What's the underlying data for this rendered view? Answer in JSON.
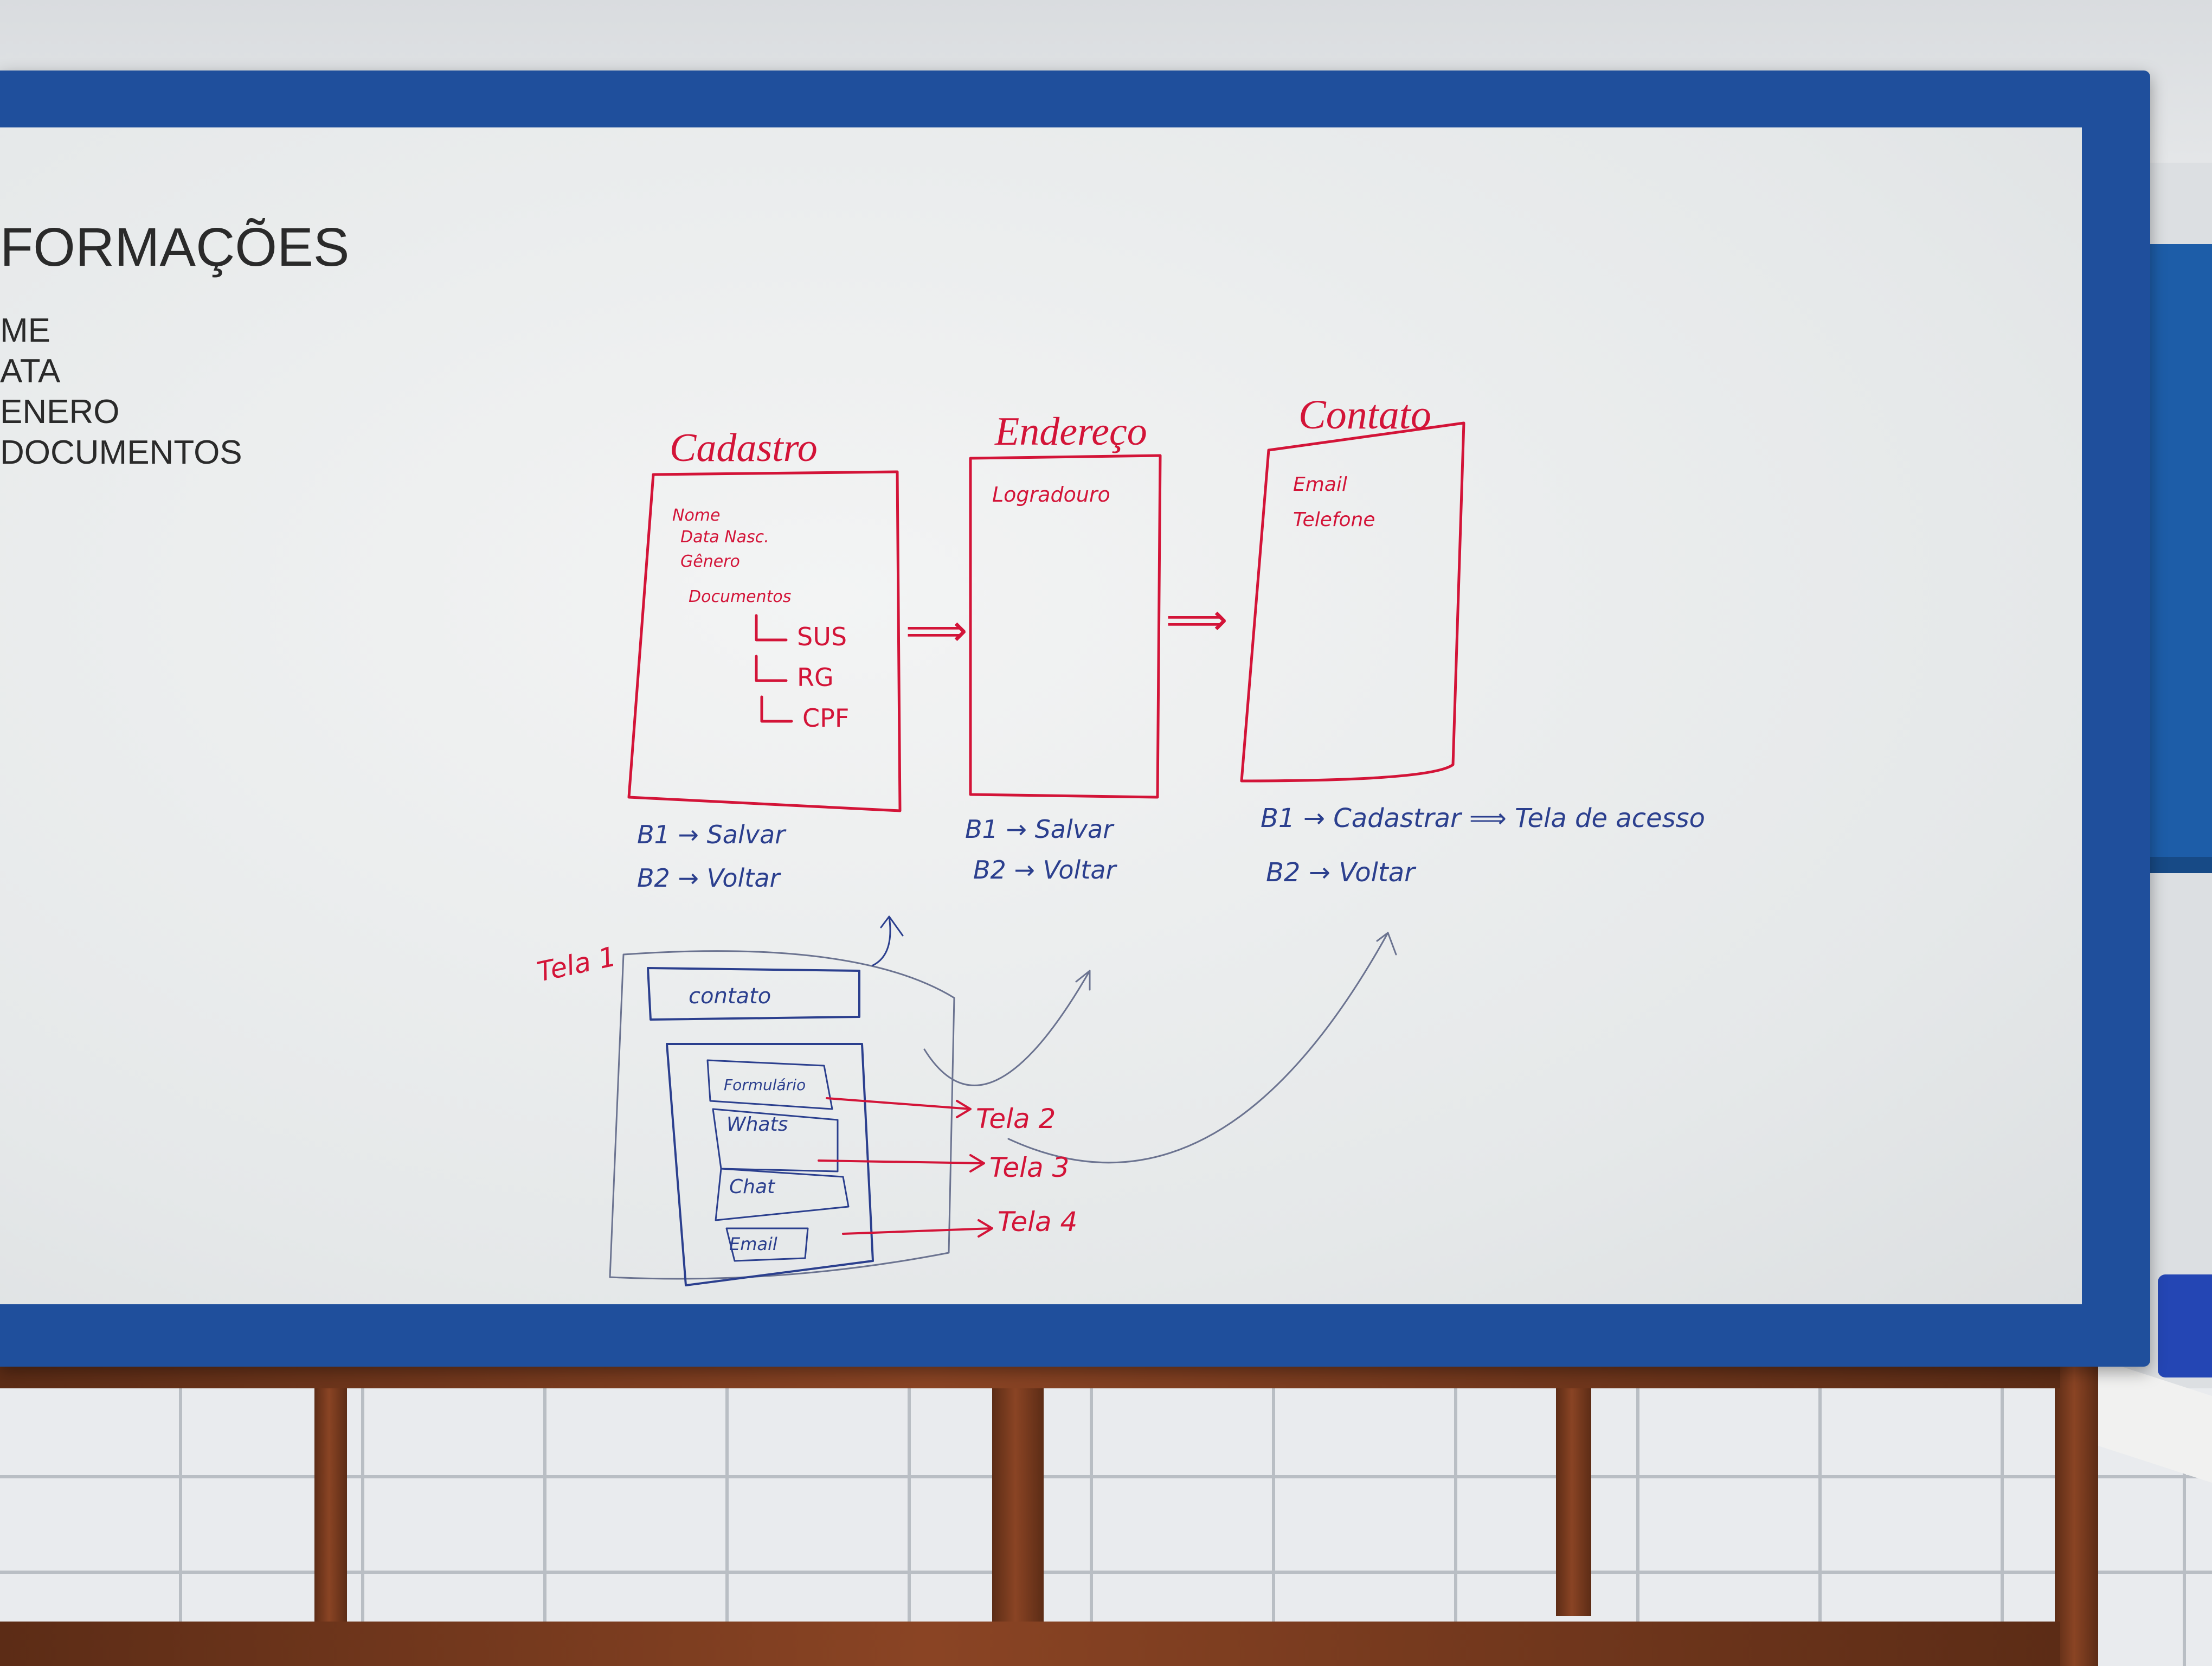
{
  "whiteboard": {
    "left_notes": {
      "heading": "FORMAÇÕES",
      "items": [
        "ME",
        "ATA",
        "ENERO",
        "DOCUMENTOS"
      ]
    },
    "screens": [
      {
        "title": "Cadastro",
        "fields": [
          "Nome",
          "Data Nasc.",
          "Gênero",
          "Documentos"
        ],
        "sub_items": [
          "SUS",
          "RG",
          "CPF"
        ],
        "buttons": [
          "B1 → Salvar",
          "B2 → Voltar"
        ]
      },
      {
        "title": "Endereço",
        "fields": [
          "Logradouro"
        ],
        "buttons": [
          "B1 → Salvar",
          "B2 → Voltar"
        ]
      },
      {
        "title": "Contato",
        "fields": [
          "Email",
          "Telefone"
        ],
        "buttons": [
          "B1 → Cadastrar ⟹ Tela de acesso",
          "B2 → Voltar"
        ]
      }
    ],
    "flow_arrow": "⟹",
    "sketch": {
      "label": "Tela 1",
      "header_box": "contato",
      "menu_items": [
        "Formulário",
        "Whats",
        "Chat",
        "Email"
      ],
      "targets": [
        "Tela 2",
        "Tela 3",
        "Tela 4"
      ]
    }
  },
  "colors": {
    "red_marker": "#d31438",
    "blue_marker": "#2b3f8e",
    "black_marker": "#2a2a2a",
    "frame_blue": "#1f4f9c",
    "wood": "#7a3b1e"
  }
}
